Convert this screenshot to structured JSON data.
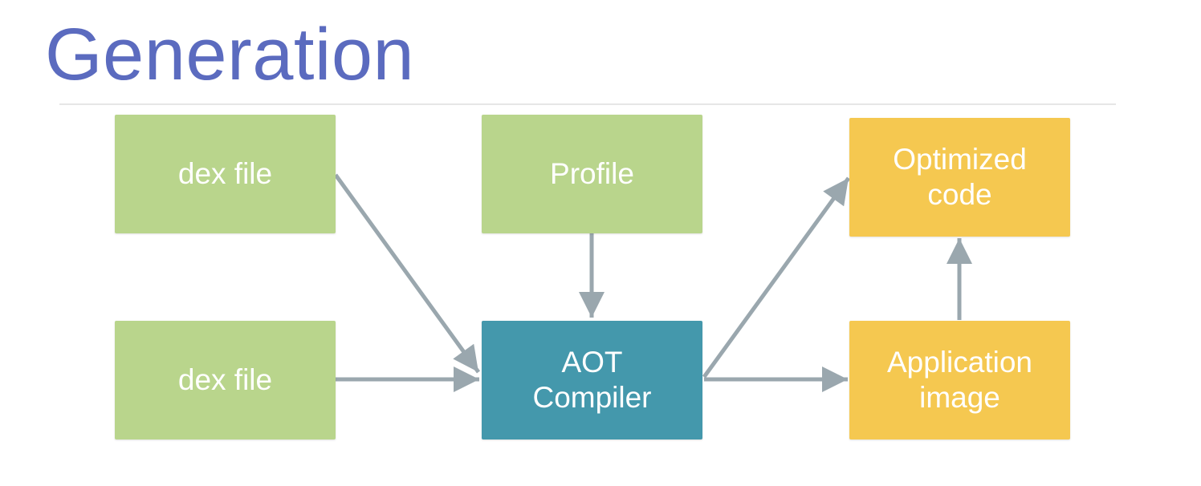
{
  "slide": {
    "title": "Generation"
  },
  "nodes": {
    "dex1": "dex file",
    "dex2": "dex file",
    "profile": "Profile",
    "compiler": "AOT\nCompiler",
    "optimized": "Optimized\ncode",
    "appimage": "Application\nimage"
  },
  "colors": {
    "title": "#5b6bbf",
    "input_box": "#b9d58c",
    "compiler_box": "#4498ac",
    "output_box": "#f5c850",
    "arrow": "#9aa7ae"
  }
}
